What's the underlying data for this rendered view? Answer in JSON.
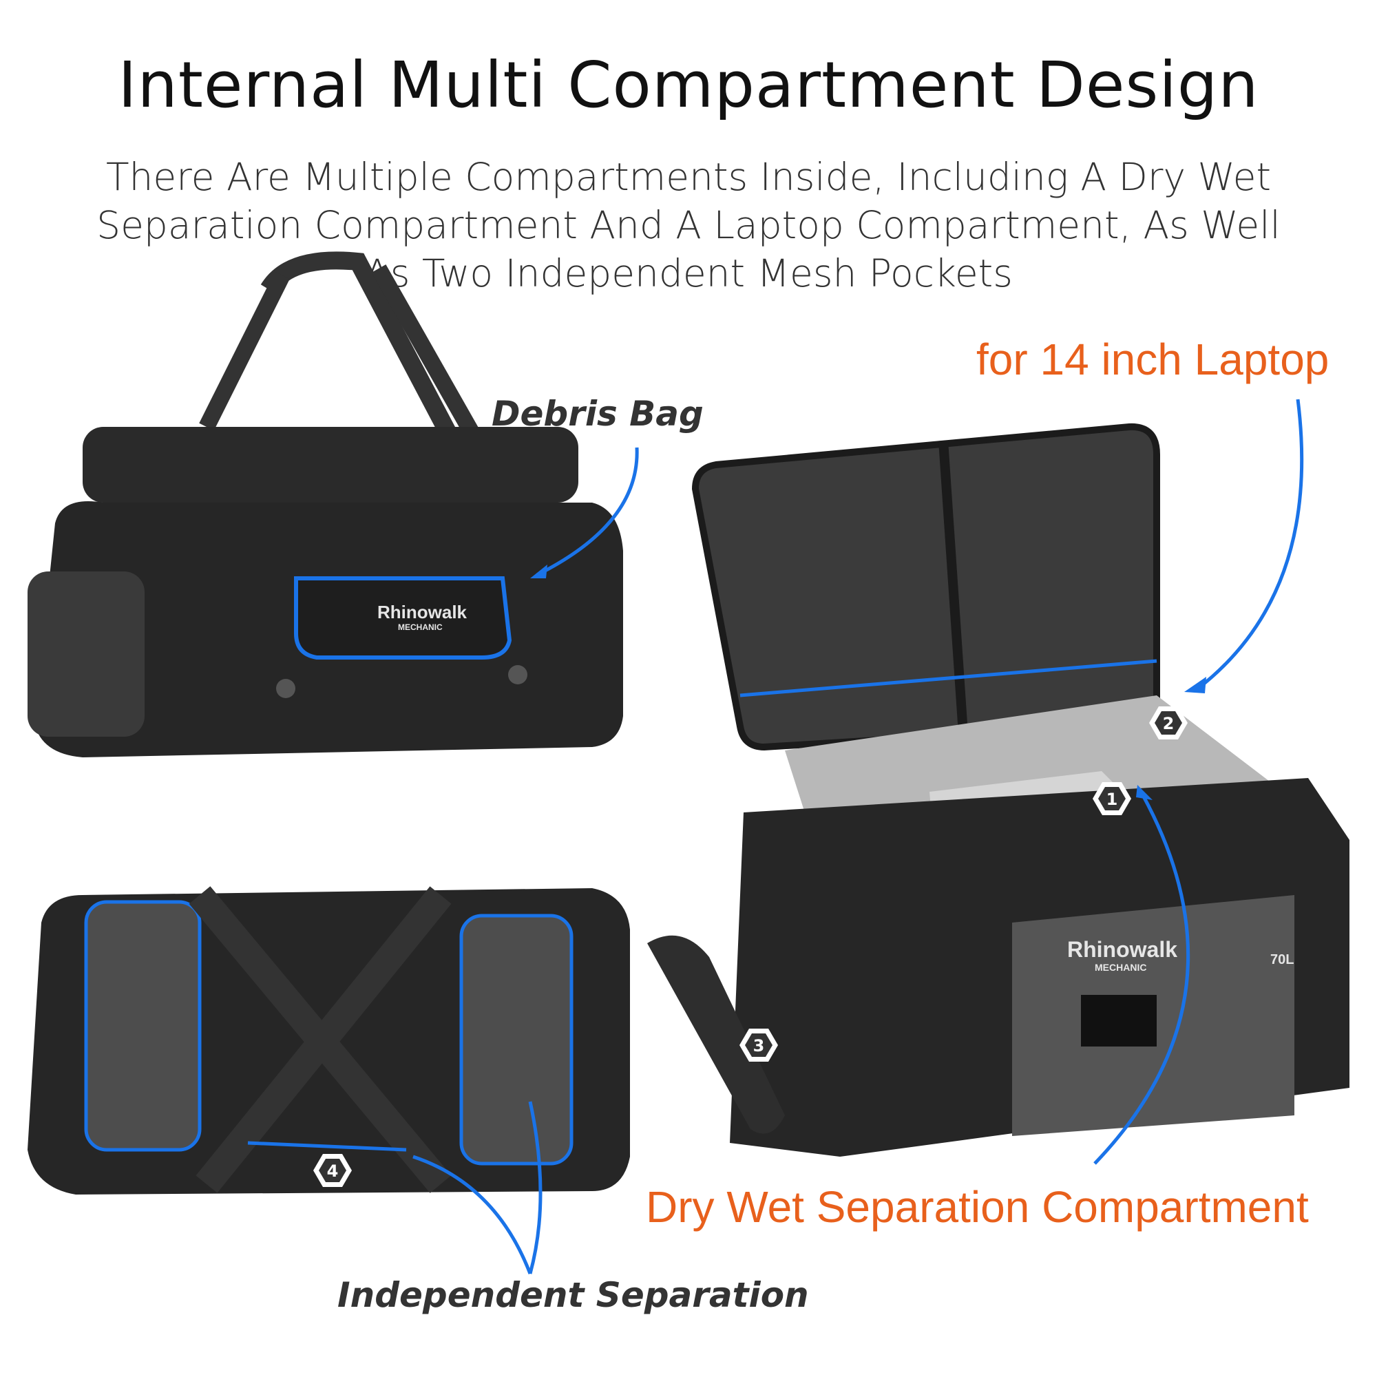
{
  "title": "Internal Multi Compartment Design",
  "subtitle": "There Are Multiple Compartments Inside, Including A Dry Wet Separation Compartment And A Laptop Compartment, As Well As Two Independent Mesh Pockets",
  "callouts": {
    "laptop": "for 14 inch Laptop",
    "debris": "Debris Bag",
    "dry_wet": "Dry Wet Separation Compartment",
    "independent": "Independent Separation"
  },
  "badges": [
    "1",
    "2",
    "3",
    "4"
  ],
  "brand": {
    "name": "Rhinowalk",
    "sub": "MECHANIC",
    "capacity": "70L"
  },
  "colors": {
    "accent_orange": "#e8601c",
    "arrow_blue": "#1a73e8",
    "bag": "#262626",
    "panel": "#555555"
  }
}
